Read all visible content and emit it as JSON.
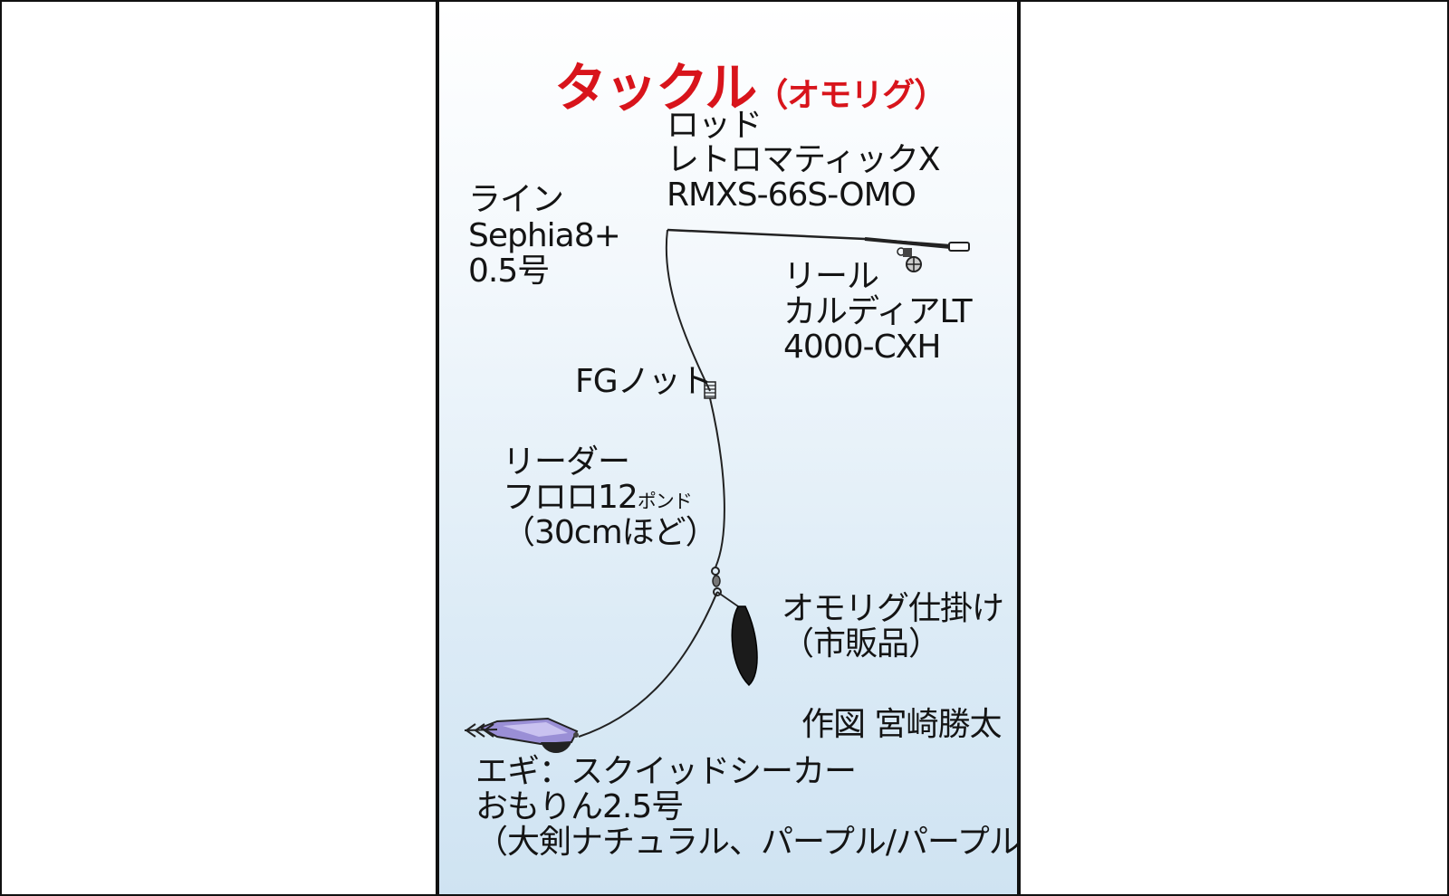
{
  "title": {
    "main": "タックル",
    "sub": "（オモリグ）"
  },
  "rod": {
    "heading": "ロッド",
    "name": "レトロマティックX",
    "model": "RMXS-66S-OMO"
  },
  "line": {
    "heading": "ライン",
    "name": "Sephia8+",
    "size": "0.5号"
  },
  "reel": {
    "heading": "リール",
    "name": "カルディアLT",
    "model": "4000-CXH"
  },
  "knot": {
    "label": "FGノット"
  },
  "leader": {
    "heading": "リーダー",
    "spec": "フロロ12",
    "unit": "ポンド",
    "length": "（30cmほど）"
  },
  "sinker": {
    "heading": "オモリグ仕掛け",
    "note": "（市販品）"
  },
  "credit": {
    "text": "作図 宮崎勝太"
  },
  "egi": {
    "heading": "エギ：スクイッドシーカー",
    "size": "おもりん2.5号",
    "colors": "（大剣ナチュラル、パープル/パープル）"
  },
  "colors": {
    "title_red": "#d8141b",
    "text": "#141414",
    "water_light": "#ffffff",
    "water_deep": "#cfe3f2",
    "egi_purple": "#9a8fd6"
  }
}
